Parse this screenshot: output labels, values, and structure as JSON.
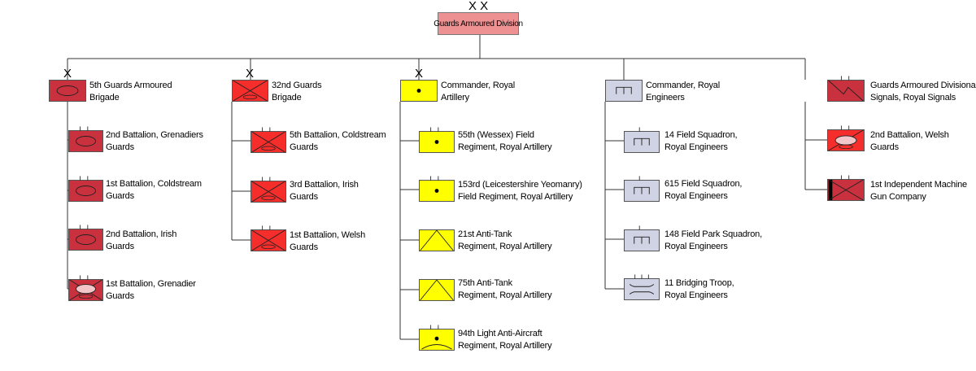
{
  "division": {
    "echelon": "X X",
    "label": "Guards Armoured Division"
  },
  "colors": {
    "armour": "#c8313d",
    "infantry": "#f52d2b",
    "artillery": "#ffff00",
    "engineers": "#cfd3e3",
    "division_box": "#ee9193"
  },
  "columns": [
    {
      "head": {
        "echelon": "X",
        "label1": "5th Guards Armoured",
        "label2": "Brigade",
        "icon": "armour-symbol"
      },
      "units": [
        {
          "label1": "2nd Battalion, Grenadiers",
          "label2": "Guards",
          "icon": "armour-symbol"
        },
        {
          "label1": "1st Battalion, Coldstream",
          "label2": "Guards",
          "icon": "armour-symbol"
        },
        {
          "label1": "2nd Battalion, Irish",
          "label2": "Guards",
          "icon": "armour-symbol"
        },
        {
          "label1": "1st Battalion, Grenadier",
          "label2": "Guards",
          "icon": "armoured-infantry-symbol"
        }
      ]
    },
    {
      "head": {
        "echelon": "X",
        "label1": "32nd Guards",
        "label2": "Brigade",
        "icon": "motorized-infantry-symbol"
      },
      "units": [
        {
          "label1": "5th Battalion, Coldstream",
          "label2": "Guards",
          "icon": "motorized-infantry-symbol"
        },
        {
          "label1": "3rd Battalion, Irish",
          "label2": "Guards",
          "icon": "motorized-infantry-symbol"
        },
        {
          "label1": "1st Battalion, Welsh",
          "label2": "Guards",
          "icon": "motorized-infantry-symbol"
        }
      ]
    },
    {
      "head": {
        "echelon": "X",
        "label1": "Commander, Royal",
        "label2": "Artillery",
        "icon": "artillery-symbol"
      },
      "units": [
        {
          "label1": "55th (Wessex) Field",
          "label2": "Regiment, Royal Artillery",
          "icon": "artillery-symbol"
        },
        {
          "label1": "153rd (Leicestershire Yeomanry)",
          "label2": "Field Regiment, Royal Artillery",
          "icon": "artillery-symbol"
        },
        {
          "label1": "21st Anti-Tank",
          "label2": "Regiment, Royal Artillery",
          "icon": "anti-tank-symbol"
        },
        {
          "label1": "75th Anti-Tank",
          "label2": "Regiment, Royal Artillery",
          "icon": "anti-tank-symbol"
        },
        {
          "label1": "94th Light Anti-Aircraft",
          "label2": "Regiment, Royal Artillery",
          "icon": "anti-aircraft-symbol"
        }
      ]
    },
    {
      "head": {
        "echelon": "",
        "label1": "Commander, Royal",
        "label2": "Engineers",
        "icon": "engineer-symbol"
      },
      "units": [
        {
          "label1": "14 Field Squadron,",
          "label2": "Royal Engineers",
          "icon": "engineer-symbol"
        },
        {
          "label1": "615 Field Squadron,",
          "label2": "Royal Engineers",
          "icon": "engineer-symbol"
        },
        {
          "label1": "148 Field Park Squadron,",
          "label2": "Royal Engineers",
          "icon": "engineer-symbol"
        },
        {
          "label1": "11 Bridging Troop,",
          "label2": "Royal Engineers",
          "icon": "bridging-symbol"
        }
      ]
    },
    {
      "head": {
        "echelon": "",
        "label1": "Guards Armoured Divisional",
        "label2": "Signals, Royal Signals",
        "icon": "signals-symbol"
      },
      "units": [
        {
          "label1": "2nd Battalion, Welsh",
          "label2": "Guards",
          "icon": "armoured-reconnaissance-symbol"
        },
        {
          "label1": "1st Independent Machine",
          "label2": "Gun Company",
          "icon": "machine-gun-symbol"
        }
      ]
    }
  ]
}
